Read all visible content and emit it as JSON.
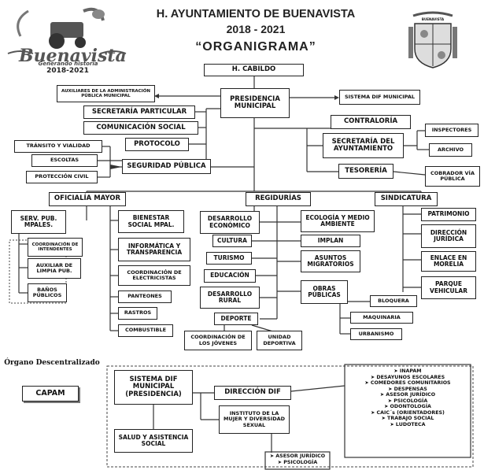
{
  "header": {
    "title_line1": "H. AYUNTAMIENTO DE BUENAVISTA",
    "title_line2": "2018 - 2021",
    "title_line3": "“ORGANIGRAMA”"
  },
  "logo": {
    "brand": "Buenavista",
    "slogan": "Generando historia",
    "years": "2018-2021",
    "seal_text": "BUENAVISTA"
  },
  "org": {
    "cabildo": "H. CABILDO",
    "presidencia": "PRESIDENCIA MUNICIPAL",
    "auxiliares": "AUXILIARES DE LA ADMINISTRACIÓN PÚBLICA MUNICIPAL",
    "dif_municipal": "SISTEMA DIF MUNICIPAL",
    "secretaria_particular": "SECRETARÍA PARTICULAR",
    "comunicacion": "COMUNICACIÓN SOCIAL",
    "protocolo": "PROTOCOLO",
    "contraloria": "CONTRALORÍA",
    "secretaria_ayuntamiento": "SECRETARÍA DEL AYUNTAMIENTO",
    "inspectores": "INSPECTORES",
    "archivo": "ARCHIVO",
    "tesoreria": "TESORERÍA",
    "cobrador": "COBRADOR VÍA PÚBLICA",
    "transito": "TRÁNSITO Y VIALIDAD",
    "escoltas": "ESCOLTAS",
    "proteccion_civil": "PROTECCIÓN CIVIL",
    "seguridad": "SEGURIDAD PÚBLICA",
    "oficialia": "OFICIALÍA MAYOR",
    "regidurias": "REGIDURÍAS",
    "sindicatura": "SINDICATURA",
    "serv_pub": "SERV. PUB. MPALES.",
    "coord_intendentes": "COORDINACIÓN DE INTENDENTES",
    "auxiliar_limpia": "AUXILIAR DE LIMPIA PUB.",
    "banos": "BAÑOS PÚBLICOS",
    "bienestar": "BIENESTAR SOCIAL MPAL.",
    "informatica": "INFORMÁTICA Y TRANSPARENCIA",
    "electricistas": "COORDINACIÓN DE ELECTRICISTAS",
    "panteones": "PANTEONES",
    "rastros": "RASTROS",
    "combustible": "COMBUSTIBLE",
    "desarrollo_economico": "DESARROLLO ECONÓMICO",
    "cultura": "CULTURA",
    "turismo": "TURISMO",
    "educacion": "EDUCACIÓN",
    "desarrollo_rural": "DESARROLLO RURAL",
    "deporte": "DEPORTE",
    "coord_jovenes": "COORDINACIÓN DE LOS JÓVENES",
    "unidad_deportiva": "UNIDAD DEPORTIVA",
    "ecologia": "ECOLOGÍA Y MEDIO AMBIENTE",
    "implan": "IMPLAN",
    "asuntos_migratorios": "ASUNTOS MIGRATORIOS",
    "obras_publicas": "OBRAS PÚBLICAS",
    "bloquera": "BLOQUERA",
    "maquinaria": "MAQUINARIA",
    "urbanismo": "URBANISMO",
    "patrimonio": "PATRIMONIO",
    "direccion_juridica": "DIRECCIÓN JURÍDICA",
    "enlace_morelia": "ENLACE EN MORELIA",
    "parque_vehicular": "PARQUE VEHICULAR"
  },
  "lower": {
    "organo_label": "Órgano Descentralizado",
    "capam": "CAPAM",
    "dif_presidencia": "SISTEMA DIF MUNICIPAL (PRESIDENCIA)",
    "direccion_dif": "DIRECCIÓN DIF",
    "instituto_mujer": "INSTITUTO DE LA MUJER Y DIVERSIDAD SEXUAL",
    "salud": "SALUD Y ASISTENCIA SOCIAL",
    "dif_services": [
      "➤ INAPAM",
      "➤ DESAYUNOS ESCOLARES",
      "➤ COMEDORES COMUNITARIOS",
      "➤ DESPENSAS",
      "➤ ASESOR JURÍDICO",
      "➤ PSICOLOGÍA",
      "➤ ODONTOLOGÍA",
      "➤ CAIC´s (ORIENTADORES)",
      "➤ TRABAJO SOCIAL",
      "➤ LUDOTECA"
    ],
    "mujer_services": [
      "➤ ASESOR JURÍDICO",
      "➤ PSICOLOGÍA"
    ]
  }
}
